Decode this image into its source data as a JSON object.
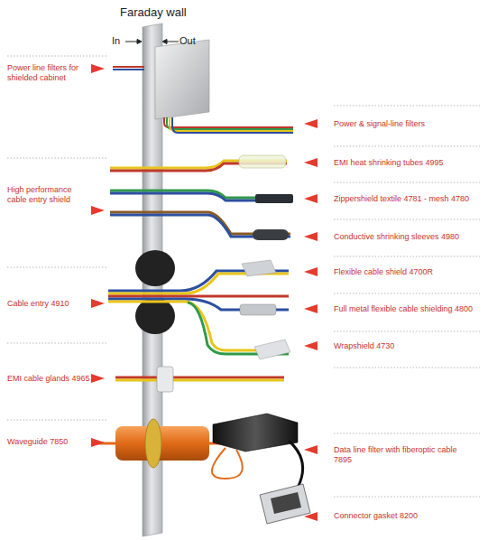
{
  "diagram": {
    "title": "Faraday wall",
    "labels": [
      "In",
      "Out",
      "Power line filters for shielded cabinet",
      "Power & signal-line filters",
      "EMI heat shrinking tubes 4995",
      "High performance cable entry shield",
      "Zippershield textile 4781 - mesh 4780",
      "Conductive shrinking sleeves 4980",
      "Flexible cable shield 4700R",
      "Cable entry 4910",
      "Full metal flexible cable shielding 4800",
      "Wrapshield 4730",
      "EMI cable glands 4965",
      "Waveguide 7850",
      "Data line filter with fiberoptic cable 7895",
      "Connector gasket 8200"
    ]
  }
}
